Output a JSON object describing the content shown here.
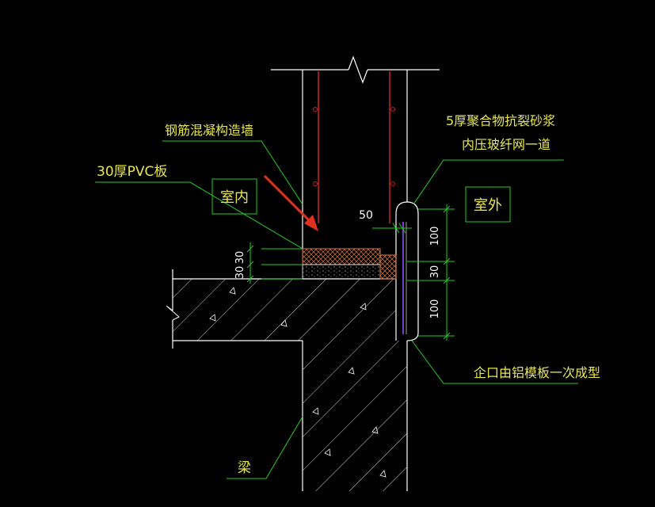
{
  "labels": {
    "wall": "钢筋混凝构造墙",
    "pvc": "30厚PVC板",
    "indoor": "室内",
    "outdoor": "室外",
    "mortar_line1": "5厚聚合物抗裂砂浆",
    "mortar_line2": "内压玻纤网一道",
    "notch": "企口由铝模板一次成型",
    "beam": "梁"
  },
  "dimensions": {
    "d50": "50",
    "d30a": "30",
    "d30b": "30",
    "d100a": "100",
    "d30c": "30",
    "d100b": "100"
  },
  "colors": {
    "background": "#000000",
    "outline": "#ffffff",
    "leader": "#22cc22",
    "label": "#e8e84a",
    "rebar": "#cc2222",
    "arrow": "#e03020",
    "board_hatch": "#d87a40",
    "membrane": "#7040c0"
  }
}
